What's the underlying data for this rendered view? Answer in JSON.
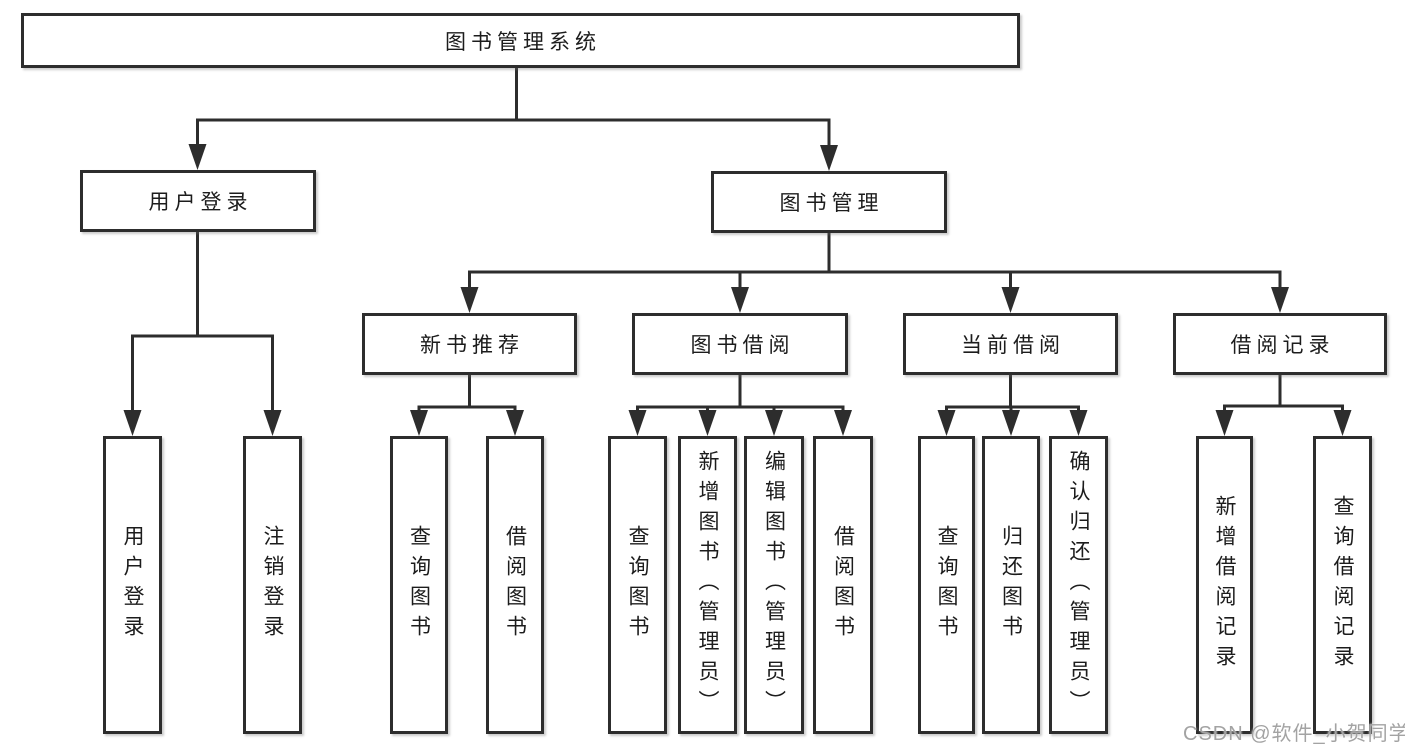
{
  "diagram_type": "hierarchy-tree",
  "tree": {
    "root": {
      "label": "图书管理系统",
      "children": [
        {
          "label": "用户登录",
          "children": [
            {
              "label": "用户登录"
            },
            {
              "label": "注销登录"
            }
          ]
        },
        {
          "label": "图书管理",
          "children": [
            {
              "label": "新书推荐",
              "children": [
                {
                  "label": "查询图书"
                },
                {
                  "label": "借阅图书"
                }
              ]
            },
            {
              "label": "图书借阅",
              "children": [
                {
                  "label": "查询图书"
                },
                {
                  "label": "新增图书（管理员）"
                },
                {
                  "label": "编辑图书（管理员）"
                },
                {
                  "label": "借阅图书"
                }
              ]
            },
            {
              "label": "当前借阅",
              "children": [
                {
                  "label": "查询图书"
                },
                {
                  "label": "归还图书"
                },
                {
                  "label": "确认归还（管理员）"
                }
              ]
            },
            {
              "label": "借阅记录",
              "children": [
                {
                  "label": "新增借阅记录"
                },
                {
                  "label": "查询借阅记录"
                }
              ]
            }
          ]
        }
      ]
    }
  },
  "watermark": {
    "text": "CSDN @软件_小贺同学"
  },
  "colors": {
    "line": "#2d2d2d",
    "box_border": "#2d2d2d",
    "box_fill": "#ffffff",
    "text": "#1c1c1c",
    "watermark": "#a3a3a3",
    "background": "#ffffff"
  }
}
